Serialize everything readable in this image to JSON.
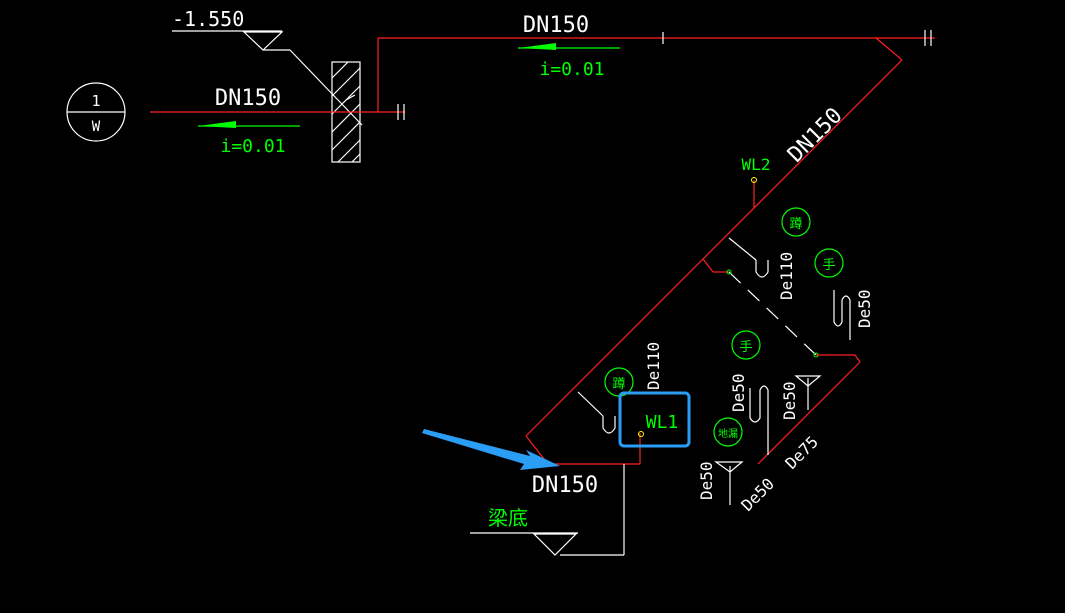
{
  "colors": {
    "background": "#000000",
    "pipe": "#ff2020",
    "text": "#ffffff",
    "annotation": "#00ff00",
    "highlight": "#2a9df4"
  },
  "elevation_label": "-1.550",
  "beam_label": "梁底",
  "section_symbol": {
    "number": "1",
    "letter": "W"
  },
  "pipe_labels": {
    "left_horizontal": "DN150",
    "top_horizontal": "DN150",
    "diagonal": "DN150",
    "bottom": "DN150"
  },
  "slope_labels": {
    "left": "i=0.01",
    "top": "i=0.01"
  },
  "riser_labels": {
    "wl2": "WL2",
    "wl1": "WL1"
  },
  "branch_sizes": {
    "de110_upper": "De110",
    "de110_lower": "De110",
    "de50_right": "De50",
    "de50_mid_a": "De50",
    "de50_mid_b": "De50",
    "de50_bottom_left": "De50",
    "de50_bottom": "De50",
    "de75": "De75"
  },
  "fixture_symbols": {
    "toilet_upper": "蹲",
    "toilet_lower": "蹲",
    "hand_upper": "手",
    "hand_lower": "手",
    "floor_drain": "地漏"
  }
}
